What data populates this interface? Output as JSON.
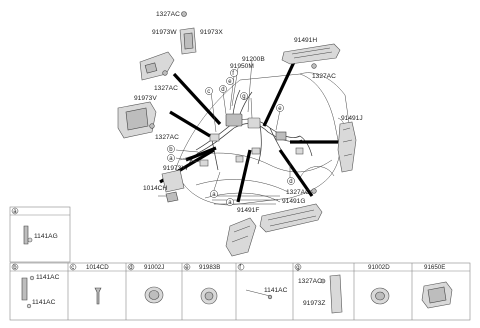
{
  "callouts": {
    "c1327_top": "1327AC",
    "c91973X": "91973X",
    "c91973W": "91973W",
    "c91491H": "91491H",
    "c91200B": "91200B",
    "c91950M": "91950M",
    "c1327_left": "1327AC",
    "c1327_right": "1327AC",
    "c91973V": "91973V",
    "c91491J": "91491J",
    "c1327_mid": "1327AC",
    "c91973Y": "91973Y",
    "c1014CH": "1014CH",
    "c1327_low": "1327AC",
    "c91491G": "91491G",
    "c91491F": "91491F"
  },
  "letters": {
    "a": "a",
    "b": "b",
    "c": "c",
    "d": "d",
    "e": "e",
    "f": "f",
    "g": "g"
  },
  "detail_a": {
    "key": "a",
    "part": "1141AG"
  },
  "table": {
    "cells": [
      {
        "key": "b",
        "parts": [
          "1141AC",
          "1141AC"
        ]
      },
      {
        "key": "c",
        "header": "1014CD"
      },
      {
        "key": "d",
        "header": "91002J"
      },
      {
        "key": "e",
        "header": "91983B"
      },
      {
        "key": "f",
        "part": "1141AC"
      },
      {
        "key": "g",
        "parts": [
          "1327AC",
          "91973Z"
        ]
      },
      {
        "header": "91002D"
      },
      {
        "header": "91650E"
      }
    ]
  }
}
